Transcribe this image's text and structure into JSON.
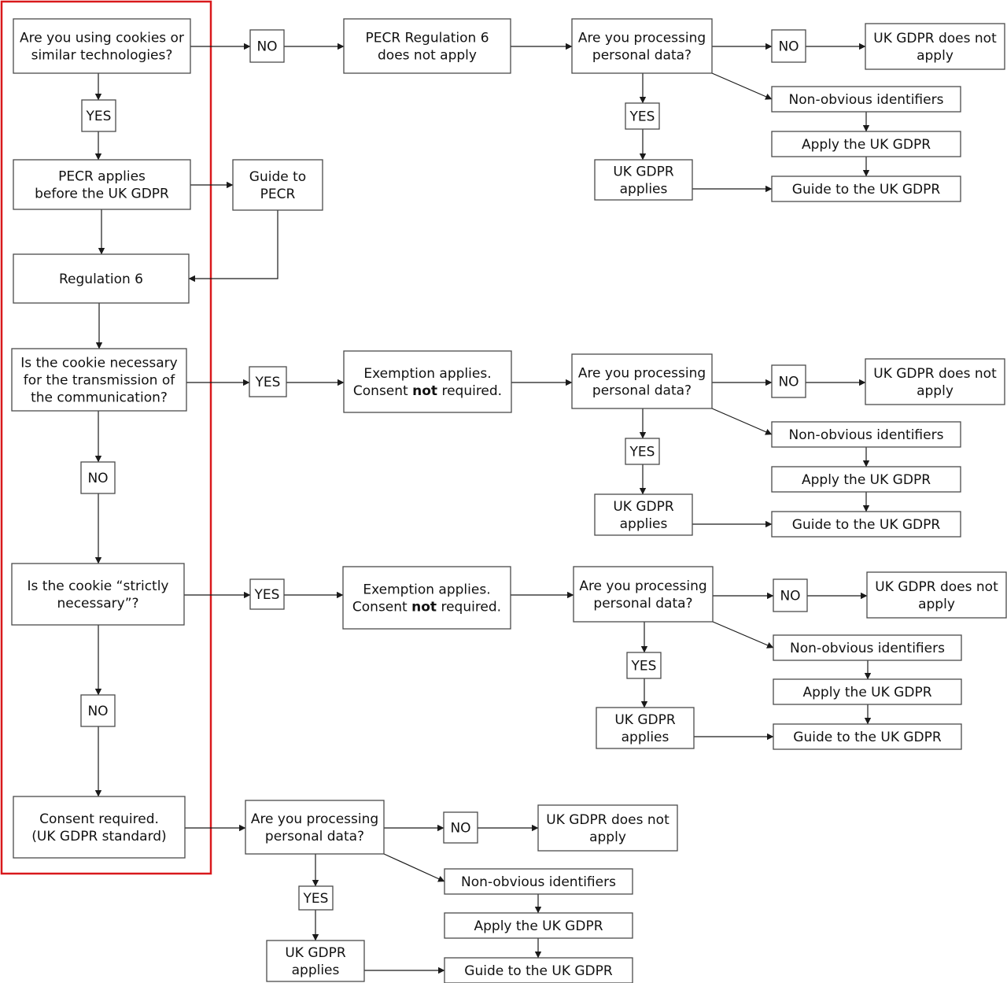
{
  "colors": {
    "highlight": "#d9191c",
    "box_border": "#4a4a4a",
    "text": "#111111"
  },
  "nodes": [
    {
      "id": "q_cookies",
      "lines": [
        [
          "Are you using cookies or"
        ],
        [
          "similar technologies?"
        ]
      ]
    },
    {
      "id": "no1",
      "lines": [
        [
          "NO"
        ]
      ]
    },
    {
      "id": "pecr6_na",
      "lines": [
        [
          "PECR Regulation 6"
        ],
        [
          "does not apply"
        ]
      ]
    },
    {
      "id": "pd1",
      "lines": [
        [
          "Are you processing"
        ],
        [
          "personal data?"
        ]
      ]
    },
    {
      "id": "no1b",
      "lines": [
        [
          "NO"
        ]
      ]
    },
    {
      "id": "na1",
      "lines": [
        [
          "UK GDPR does not"
        ],
        [
          "apply"
        ]
      ]
    },
    {
      "id": "nonobv1",
      "lines": [
        [
          "Non-obvious identifiers"
        ]
      ]
    },
    {
      "id": "applygdpr1",
      "lines": [
        [
          "Apply the UK GDPR"
        ]
      ]
    },
    {
      "id": "guide1",
      "lines": [
        [
          "Guide to the UK GDPR"
        ]
      ]
    },
    {
      "id": "yes1b",
      "lines": [
        [
          "YES"
        ]
      ]
    },
    {
      "id": "applies1",
      "lines": [
        [
          "UK GDPR"
        ],
        [
          "applies"
        ]
      ]
    },
    {
      "id": "yes_left",
      "lines": [
        [
          "YES"
        ]
      ]
    },
    {
      "id": "pecr_applies",
      "lines": [
        [
          "PECR applies"
        ],
        [
          "before the UK GDPR"
        ]
      ]
    },
    {
      "id": "guide_pecr",
      "lines": [
        [
          "Guide to"
        ],
        [
          "PECR"
        ]
      ]
    },
    {
      "id": "reg6",
      "lines": [
        [
          "Regulation 6"
        ]
      ]
    },
    {
      "id": "q_necessary",
      "lines": [
        [
          "Is the cookie necessary"
        ],
        [
          "for the transmission of"
        ],
        [
          "the communication?"
        ]
      ]
    },
    {
      "id": "yes2",
      "lines": [
        [
          "YES"
        ]
      ]
    },
    {
      "id": "exempt2",
      "lines": [
        [
          "Exemption applies."
        ],
        [
          "Consent ",
          "not",
          " required."
        ]
      ]
    },
    {
      "id": "pd2",
      "lines": [
        [
          "Are you processing"
        ],
        [
          "personal data?"
        ]
      ]
    },
    {
      "id": "no2b",
      "lines": [
        [
          "NO"
        ]
      ]
    },
    {
      "id": "na2",
      "lines": [
        [
          "UK GDPR does not"
        ],
        [
          "apply"
        ]
      ]
    },
    {
      "id": "nonobv2",
      "lines": [
        [
          "Non-obvious identifiers"
        ]
      ]
    },
    {
      "id": "applygdpr2",
      "lines": [
        [
          "Apply the UK GDPR"
        ]
      ]
    },
    {
      "id": "guide2",
      "lines": [
        [
          "Guide to the UK GDPR"
        ]
      ]
    },
    {
      "id": "yes2b",
      "lines": [
        [
          "YES"
        ]
      ]
    },
    {
      "id": "applies2",
      "lines": [
        [
          "UK GDPR"
        ],
        [
          "applies"
        ]
      ]
    },
    {
      "id": "no_left2",
      "lines": [
        [
          "NO"
        ]
      ]
    },
    {
      "id": "q_strict",
      "lines": [
        [
          "Is the cookie “strictly"
        ],
        [
          "necessary”?"
        ]
      ]
    },
    {
      "id": "yes3",
      "lines": [
        [
          "YES"
        ]
      ]
    },
    {
      "id": "exempt3",
      "lines": [
        [
          "Exemption applies."
        ],
        [
          "Consent ",
          "not",
          " required."
        ]
      ]
    },
    {
      "id": "pd3",
      "lines": [
        [
          "Are you processing"
        ],
        [
          "personal data?"
        ]
      ]
    },
    {
      "id": "no3b",
      "lines": [
        [
          "NO"
        ]
      ]
    },
    {
      "id": "na3",
      "lines": [
        [
          "UK GDPR does not"
        ],
        [
          "apply"
        ]
      ]
    },
    {
      "id": "nonobv3",
      "lines": [
        [
          "Non-obvious identifiers"
        ]
      ]
    },
    {
      "id": "applygdpr3",
      "lines": [
        [
          "Apply the UK GDPR"
        ]
      ]
    },
    {
      "id": "guide3",
      "lines": [
        [
          "Guide to the UK GDPR"
        ]
      ]
    },
    {
      "id": "yes3b",
      "lines": [
        [
          "YES"
        ]
      ]
    },
    {
      "id": "applies3",
      "lines": [
        [
          "UK GDPR"
        ],
        [
          "applies"
        ]
      ]
    },
    {
      "id": "no_left3",
      "lines": [
        [
          "NO"
        ]
      ]
    },
    {
      "id": "consent",
      "lines": [
        [
          "Consent required."
        ],
        [
          "(UK GDPR standard)"
        ]
      ]
    },
    {
      "id": "pd4",
      "lines": [
        [
          "Are you processing"
        ],
        [
          "personal data?"
        ]
      ]
    },
    {
      "id": "no4b",
      "lines": [
        [
          "NO"
        ]
      ]
    },
    {
      "id": "na4",
      "lines": [
        [
          "UK GDPR does not"
        ],
        [
          "apply"
        ]
      ]
    },
    {
      "id": "nonobv4",
      "lines": [
        [
          "Non-obvious identifiers"
        ]
      ]
    },
    {
      "id": "applygdpr4",
      "lines": [
        [
          "Apply the UK GDPR"
        ]
      ]
    },
    {
      "id": "guide4",
      "lines": [
        [
          "Guide to the UK GDPR"
        ]
      ]
    },
    {
      "id": "yes4b",
      "lines": [
        [
          "YES"
        ]
      ]
    },
    {
      "id": "applies4",
      "lines": [
        [
          "UK GDPR"
        ],
        [
          "applies"
        ]
      ]
    }
  ],
  "edges": [
    [
      "q_cookies",
      "no1"
    ],
    [
      "no1",
      "pecr6_na"
    ],
    [
      "pecr6_na",
      "pd1"
    ],
    [
      "pd1",
      "no1b"
    ],
    [
      "no1b",
      "na1"
    ],
    [
      "pd1",
      "nonobv1"
    ],
    [
      "nonobv1",
      "applygdpr1"
    ],
    [
      "applygdpr1",
      "guide1"
    ],
    [
      "pd1",
      "yes1b"
    ],
    [
      "yes1b",
      "applies1"
    ],
    [
      "applies1",
      "guide1"
    ],
    [
      "q_cookies",
      "yes_left"
    ],
    [
      "yes_left",
      "pecr_applies"
    ],
    [
      "pecr_applies",
      "guide_pecr"
    ],
    [
      "pecr_applies",
      "reg6"
    ],
    [
      "guide_pecr",
      "reg6"
    ],
    [
      "reg6",
      "q_necessary"
    ],
    [
      "q_necessary",
      "yes2"
    ],
    [
      "yes2",
      "exempt2"
    ],
    [
      "exempt2",
      "pd2"
    ],
    [
      "pd2",
      "no2b"
    ],
    [
      "no2b",
      "na2"
    ],
    [
      "pd2",
      "nonobv2"
    ],
    [
      "nonobv2",
      "applygdpr2"
    ],
    [
      "applygdpr2",
      "guide2"
    ],
    [
      "pd2",
      "yes2b"
    ],
    [
      "yes2b",
      "applies2"
    ],
    [
      "applies2",
      "guide2"
    ],
    [
      "q_necessary",
      "no_left2"
    ],
    [
      "no_left2",
      "q_strict"
    ],
    [
      "q_strict",
      "yes3"
    ],
    [
      "yes3",
      "exempt3"
    ],
    [
      "exempt3",
      "pd3"
    ],
    [
      "pd3",
      "no3b"
    ],
    [
      "no3b",
      "na3"
    ],
    [
      "pd3",
      "nonobv3"
    ],
    [
      "nonobv3",
      "applygdpr3"
    ],
    [
      "applygdpr3",
      "guide3"
    ],
    [
      "pd3",
      "yes3b"
    ],
    [
      "yes3b",
      "applies3"
    ],
    [
      "applies3",
      "guide3"
    ],
    [
      "q_strict",
      "no_left3"
    ],
    [
      "no_left3",
      "consent"
    ],
    [
      "consent",
      "pd4"
    ],
    [
      "pd4",
      "no4b"
    ],
    [
      "no4b",
      "na4"
    ],
    [
      "pd4",
      "nonobv4"
    ],
    [
      "nonobv4",
      "applygdpr4"
    ],
    [
      "applygdpr4",
      "guide4"
    ],
    [
      "pd4",
      "yes4b"
    ],
    [
      "yes4b",
      "applies4"
    ],
    [
      "applies4",
      "guide4"
    ]
  ]
}
